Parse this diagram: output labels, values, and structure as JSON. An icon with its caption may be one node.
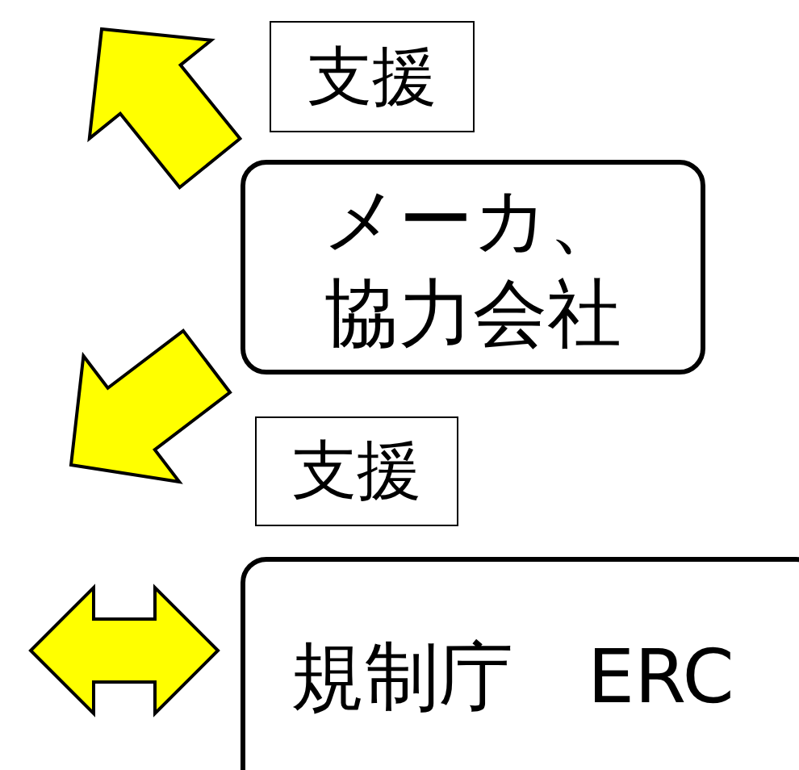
{
  "diagram": {
    "nodes": [
      {
        "text": [
          "支援"
        ]
      },
      {
        "text": [
          "メーカ、協力会社"
        ]
      },
      {
        "text": [
          "支援"
        ]
      },
      {
        "text": [
          "規制庁　ERC"
        ]
      }
    ],
    "edges": [
      {
        "from": 1,
        "to": null,
        "arrow": "to",
        "color": "#ffff00"
      },
      {
        "from": 1,
        "to": null,
        "arrow": "to",
        "color": "#ffff00"
      },
      {
        "from": 3,
        "to": null,
        "arrow": "both",
        "color": "#ffff00"
      }
    ]
  }
}
